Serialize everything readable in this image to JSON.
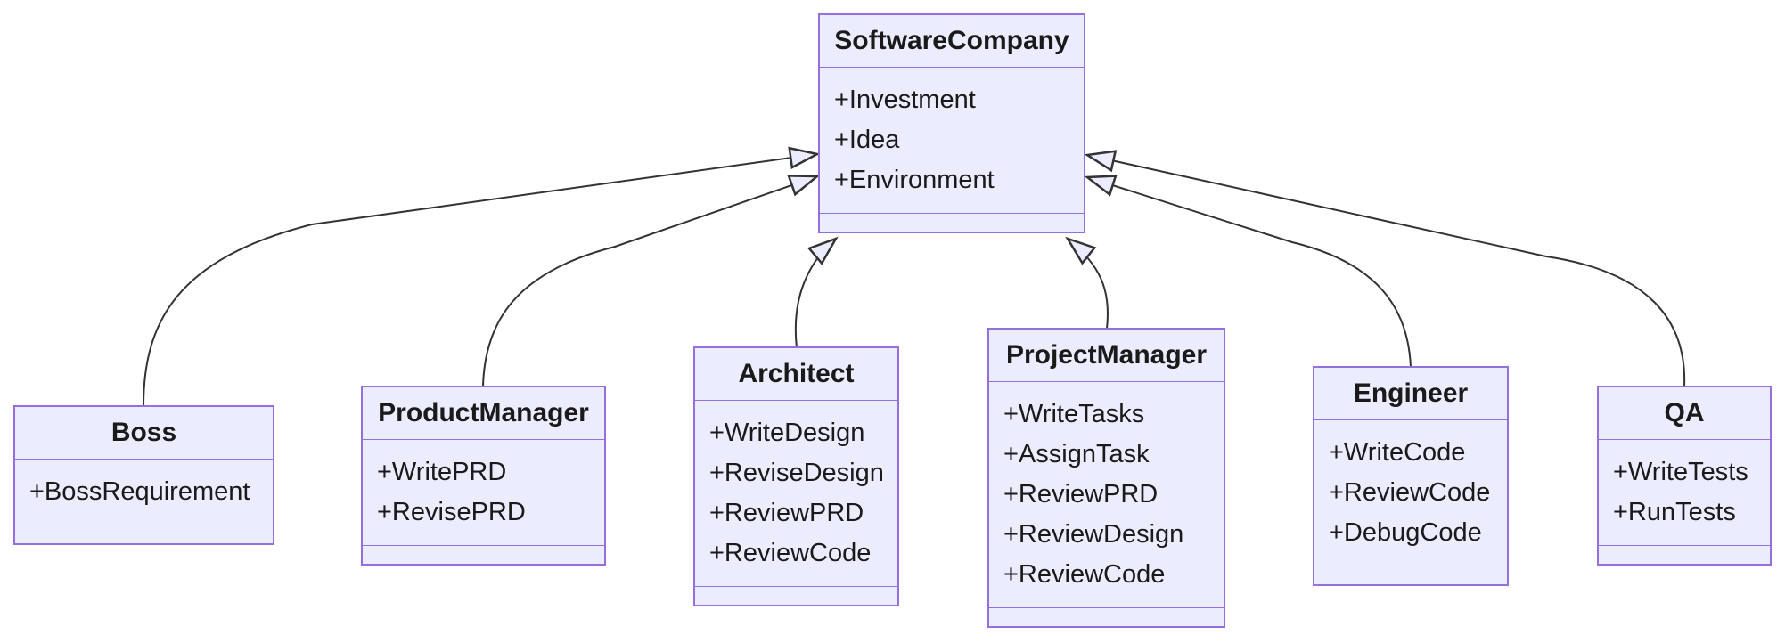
{
  "diagram": {
    "kind": "uml-class-diagram",
    "colors": {
      "class_fill": "#ECECFF",
      "class_border": "#9370DB",
      "divider": "#9370DB",
      "edge_line": "#333333",
      "arrowhead_fill": "#ECECFF",
      "text": "#1A1A1A",
      "background": "#FFFFFF"
    },
    "classes": [
      {
        "name": "SoftwareCompany",
        "attributes": [
          "+Investment",
          "+Idea",
          "+Environment"
        ],
        "methods": []
      },
      {
        "name": "Boss",
        "attributes": [
          "+BossRequirement"
        ],
        "methods": []
      },
      {
        "name": "ProductManager",
        "attributes": [
          "+WritePRD",
          "+RevisePRD"
        ],
        "methods": []
      },
      {
        "name": "Architect",
        "attributes": [
          "+WriteDesign",
          "+ReviseDesign",
          "+ReviewPRD",
          "+ReviewCode"
        ],
        "methods": []
      },
      {
        "name": "ProjectManager",
        "attributes": [
          "+WriteTasks",
          "+AssignTask",
          "+ReviewPRD",
          "+ReviewDesign",
          "+ReviewCode"
        ],
        "methods": []
      },
      {
        "name": "Engineer",
        "attributes": [
          "+WriteCode",
          "+ReviewCode",
          "+DebugCode"
        ],
        "methods": []
      },
      {
        "name": "QA",
        "attributes": [
          "+WriteTests",
          "+RunTests"
        ],
        "methods": []
      }
    ],
    "relations": [
      {
        "from": "Boss",
        "to": "SoftwareCompany",
        "type": "inheritance"
      },
      {
        "from": "ProductManager",
        "to": "SoftwareCompany",
        "type": "inheritance"
      },
      {
        "from": "Architect",
        "to": "SoftwareCompany",
        "type": "inheritance"
      },
      {
        "from": "ProjectManager",
        "to": "SoftwareCompany",
        "type": "inheritance"
      },
      {
        "from": "Engineer",
        "to": "SoftwareCompany",
        "type": "inheritance"
      },
      {
        "from": "QA",
        "to": "SoftwareCompany",
        "type": "inheritance"
      }
    ]
  }
}
